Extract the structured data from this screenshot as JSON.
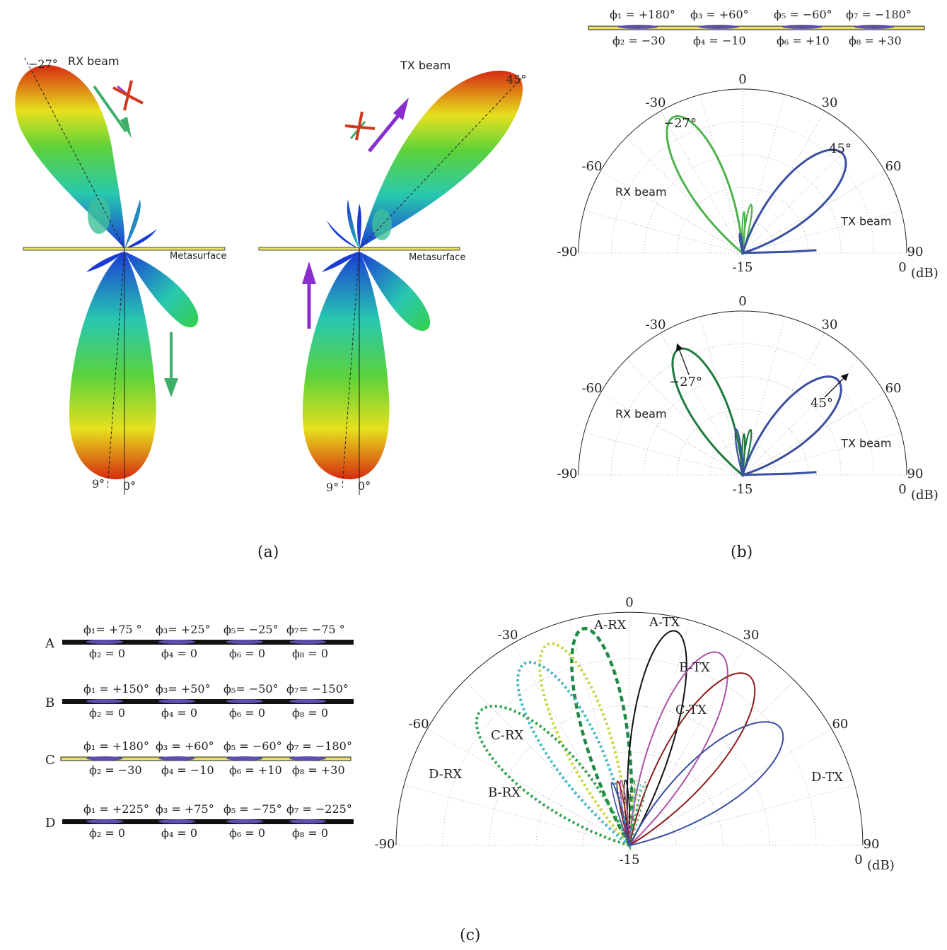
{
  "captions": {
    "a": "(a)",
    "b": "(b)",
    "c": "(c)"
  },
  "panel_a": {
    "left": {
      "title": "RX beam",
      "angle_top": "−27°",
      "surface": "Metasurface",
      "angle_b1": "9°",
      "angle_b2": "0°"
    },
    "right": {
      "title": "TX beam",
      "angle_top": "45°",
      "surface": "Metasurface",
      "angle_b1": "9°",
      "angle_b2": "0°"
    }
  },
  "panel_b": {
    "phase_top": [
      "ϕ₁ = +180°",
      "ϕ₃ = +60°",
      "ϕ₅ = −60°",
      "ϕ₇ = −180°"
    ],
    "phase_bot": [
      "ϕ₂ = −30",
      "ϕ₄ = −10",
      "ϕ₆ = +10",
      "ϕ₈ = +30"
    ]
  },
  "panel_c_configs": [
    {
      "label": "A",
      "top": [
        "ϕ₁= +75 °",
        "ϕ₃= +25°",
        "ϕ₅= −25°",
        "ϕ₇= −75 °"
      ],
      "bot": [
        "ϕ₂ = 0",
        "ϕ₄ = 0",
        "ϕ₆ = 0",
        "ϕ₈ = 0"
      ]
    },
    {
      "label": "B",
      "top": [
        "ϕ₁ = +150°",
        "ϕ₃= +50°",
        "ϕ₅= −50°",
        "ϕ₇= −150°"
      ],
      "bot": [
        "ϕ₂ = 0",
        "ϕ₄ = 0",
        "ϕ₆ = 0",
        "ϕ₈ = 0"
      ]
    },
    {
      "label": "C",
      "top": [
        "ϕ₁ = +180°",
        "ϕ₃ = +60°",
        "ϕ₅ = −60°",
        "ϕ₇ = −180°"
      ],
      "bot": [
        "ϕ₂ = −30",
        "ϕ₄ = −10",
        "ϕ₆ = +10",
        "ϕ₈ = +30"
      ]
    },
    {
      "label": "D",
      "top": [
        "ϕ₁ = +225°",
        "ϕ₃ = +75°",
        "ϕ₅ = −75°",
        "ϕ₇ = −225°"
      ],
      "bot": [
        "ϕ₂ = 0",
        "ϕ₄ = 0",
        "ϕ₆ = 0",
        "ϕ₈ = 0"
      ]
    }
  ],
  "chart_data": [
    {
      "type": "polar",
      "angle_ticks": [
        "-90",
        "-60",
        "-30",
        "0",
        "30",
        "60",
        "90"
      ],
      "radial_ticks": [
        "-15",
        "0"
      ],
      "radial_unit": "(dB)",
      "rlim": [
        -15,
        0
      ],
      "theta_range": [
        -90,
        90
      ],
      "colors": {
        "rx": "#4db34d",
        "tx": "#3a4fa0"
      },
      "series": [
        {
          "name": "RX beam",
          "peak_deg": -27,
          "peak_label": "−27°",
          "peak_db": 0
        },
        {
          "name": "TX beam",
          "peak_deg": 45,
          "peak_label": "45°",
          "peak_db": -1
        }
      ]
    },
    {
      "type": "polar",
      "angle_ticks": [
        "-90",
        "-60",
        "-30",
        "0",
        "30",
        "60",
        "90"
      ],
      "radial_ticks": [
        "-15",
        "0"
      ],
      "radial_unit": "(dB)",
      "rlim": [
        -15,
        0
      ],
      "theta_range": [
        -90,
        90
      ],
      "colors": {
        "rx": "#1f7a3f",
        "tx": "#3a4fa0"
      },
      "series": [
        {
          "name": "RX beam",
          "peak_deg": -27,
          "peak_label": "−27°",
          "peak_db": -1.5
        },
        {
          "name": "TX beam",
          "peak_deg": 45,
          "peak_label": "45°",
          "peak_db": -1.5
        }
      ]
    },
    {
      "type": "polar",
      "angle_ticks": [
        "-90",
        "-60",
        "-30",
        "0",
        "30",
        "60",
        "90"
      ],
      "radial_ticks": [
        "-15",
        "0"
      ],
      "radial_unit": "(dB)",
      "rlim": [
        -15,
        0
      ],
      "theta_range": [
        -90,
        90
      ],
      "series": [
        {
          "name": "A-RX",
          "peak_deg": -12,
          "style": "dashed",
          "color": "#1f8a45"
        },
        {
          "name": "A-TX",
          "peak_deg": 12,
          "style": "solid",
          "color": "#111111"
        },
        {
          "name": "B-RX",
          "peak_deg": -22,
          "style": "dotted",
          "color": "#c9d43a"
        },
        {
          "name": "B-TX",
          "peak_deg": 25,
          "style": "solid",
          "color": "#b04fa6"
        },
        {
          "name": "C-RX",
          "peak_deg": -30,
          "style": "dotted",
          "color": "#3fb7c4"
        },
        {
          "name": "C-TX",
          "peak_deg": 35,
          "style": "solid",
          "color": "#8c1c1c"
        },
        {
          "name": "D-RX",
          "peak_deg": -48,
          "style": "dotted",
          "color": "#2ea24a"
        },
        {
          "name": "D-TX",
          "peak_deg": 52,
          "style": "solid",
          "color": "#3a4fa0"
        }
      ]
    }
  ]
}
